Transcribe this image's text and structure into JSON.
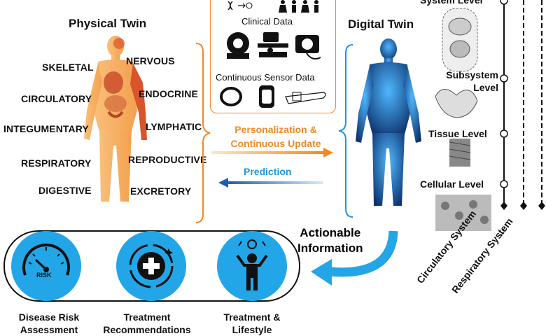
{
  "physical": {
    "title": "Physical Twin",
    "systems_left": [
      "SKELETAL",
      "CIRCULATORY",
      "INTEGUMENTARY",
      "RESPIRATORY",
      "DIGESTIVE"
    ],
    "systems_right": [
      "NERVOUS",
      "ENDOCRINE",
      "LYMPHATIC",
      "REPRODUCTIVE",
      "EXCRETORY"
    ]
  },
  "data_box": {
    "clinical": "Clinical Data",
    "sensor": "Continuous Sensor Data"
  },
  "arrows": {
    "update": "Personalization &\nContinuous Update",
    "prediction": "Prediction",
    "actionable": "Actionable\nInformation"
  },
  "digital": {
    "title": "Digital Twin"
  },
  "levels": {
    "system": "System Level",
    "subsystem": "Subsystem\nLevel",
    "tissue": "Tissue Level",
    "cellular": "Cellular Level",
    "circulatory": "Circulatory System",
    "ellipsis": "...",
    "respiratory": "Respiratory System"
  },
  "outputs": {
    "risk_badge": "RISK",
    "items": [
      "Disease Risk\nAssessment",
      "Treatment\nRecommendations",
      "Treatment &\nLifestyle"
    ]
  },
  "colors": {
    "orange": "#f08a24",
    "blue": "#1a98dd",
    "circle": "#23a6e8"
  }
}
